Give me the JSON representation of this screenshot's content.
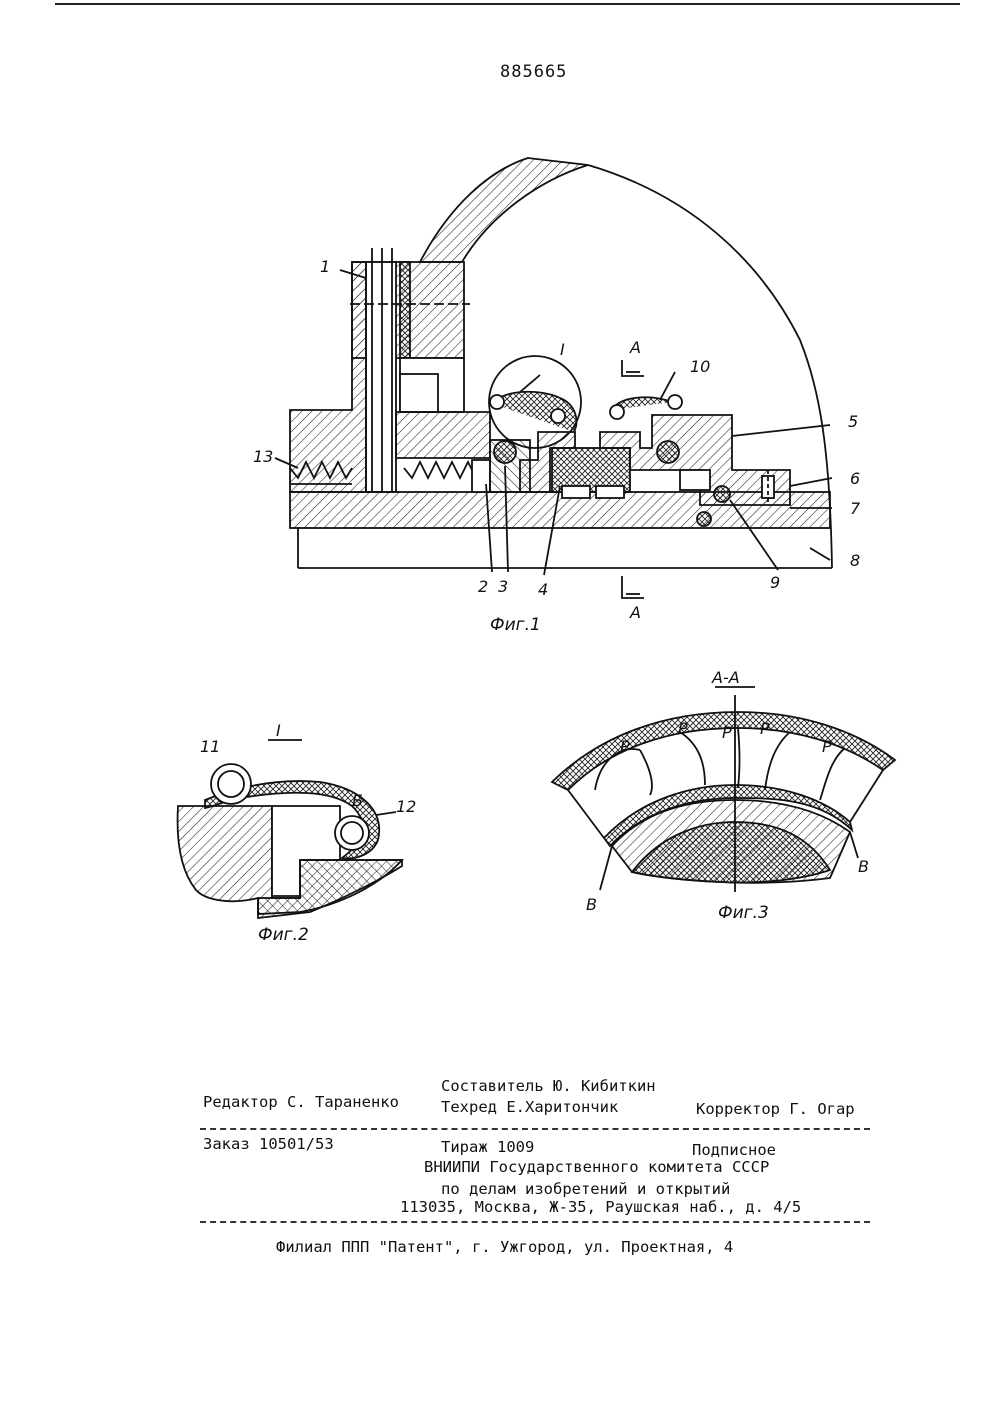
{
  "document": {
    "patent_number": "885665"
  },
  "figures": {
    "fig1": {
      "caption": "Фиг.1",
      "labels": {
        "l1": "1",
        "l2": "2",
        "l3": "3",
        "l4": "4",
        "l5": "5",
        "l6": "6",
        "l7": "7",
        "l8": "8",
        "l9": "9",
        "l10": "10",
        "l13": "13",
        "detail": "I",
        "section_top": "A",
        "section_bottom": "A"
      }
    },
    "fig2": {
      "caption": "Фиг.2",
      "title": "I",
      "labels": {
        "l11": "11",
        "l12": "12",
        "lB": "Б"
      }
    },
    "fig3": {
      "caption": "Фиг.3",
      "title": "А-А",
      "labels": {
        "p1": "P",
        "p2": "P",
        "p3": "P",
        "p4": "P",
        "p5": "P",
        "b_left": "В",
        "b_right": "В"
      }
    }
  },
  "colophon": {
    "editor": "Редактор С. Тараненко",
    "compiler": "Составитель Ю. Кибиткин",
    "techred": "Техред Е.Харитончик",
    "corrector": "Корректор Г. Огар",
    "order": "Заказ 10501/53",
    "circulation": "Тираж 1009",
    "subscription": "Подписное",
    "org_line1": "ВНИИПИ Государственного комитета СССР",
    "org_line2": "по делам изобретений и открытий",
    "address": "113035, Москва, Ж-35, Раушская наб., д. 4/5",
    "branch": "Филиал ППП \"Патент\", г. Ужгород, ул. Проектная, 4"
  }
}
